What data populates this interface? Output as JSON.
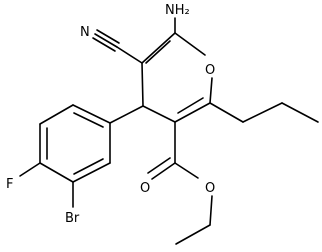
{
  "atom_labels": {
    "amino": "NH₂",
    "nitrile_n": "N",
    "ring_oxygen": "O",
    "ester_carbonyl_oxygen": "O",
    "ester_ether_oxygen": "O",
    "fluorine": "F",
    "bromine": "Br"
  }
}
